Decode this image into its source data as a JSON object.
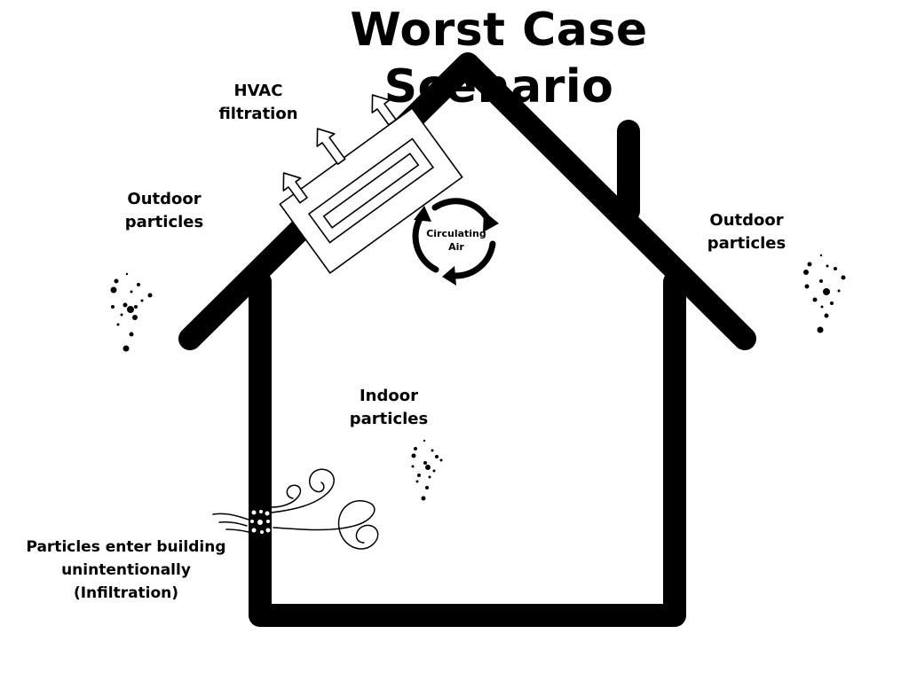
{
  "title": "Worst Case Scenario",
  "labels": {
    "hvac_line1": "HVAC",
    "hvac_line2": "filtration",
    "outdoor_left_line1": "Outdoor",
    "outdoor_left_line2": "particles",
    "outdoor_right_line1": "Outdoor",
    "outdoor_right_line2": "particles",
    "circulating_line1": "Circulating",
    "circulating_line2": "Air",
    "indoor_line1": "Indoor",
    "indoor_line2": "particles",
    "infiltration_line1": "Particles enter building",
    "infiltration_line2": "unintentionally",
    "infiltration_line3": "(Infiltration)"
  },
  "colors": {
    "ink": "#000000",
    "background": "#ffffff"
  },
  "icons": [
    "house-outline",
    "hvac-filter-icon",
    "up-arrow-icon",
    "circulating-arrows-icon",
    "particle-cluster-icon",
    "wind-swirl-icon"
  ]
}
